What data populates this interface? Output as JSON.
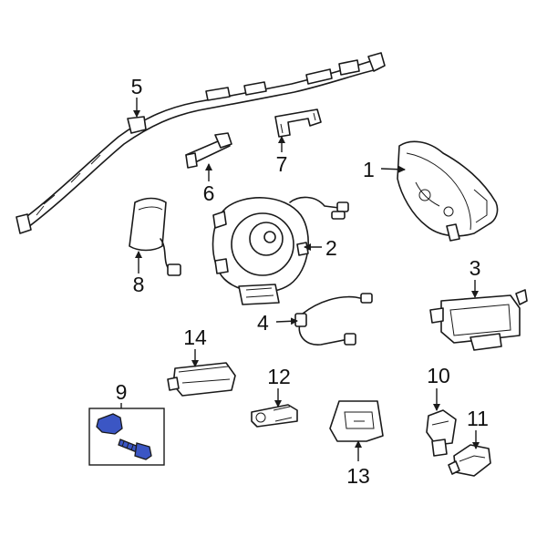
{
  "labels": [
    "1",
    "2",
    "3",
    "4",
    "5",
    "6",
    "7",
    "8",
    "9",
    "10",
    "11",
    "12",
    "13",
    "14"
  ],
  "colors": {
    "highlight": "#3b56c4",
    "line": "#1a1a1a",
    "background": "#ffffff"
  },
  "highlighted_part": "9"
}
